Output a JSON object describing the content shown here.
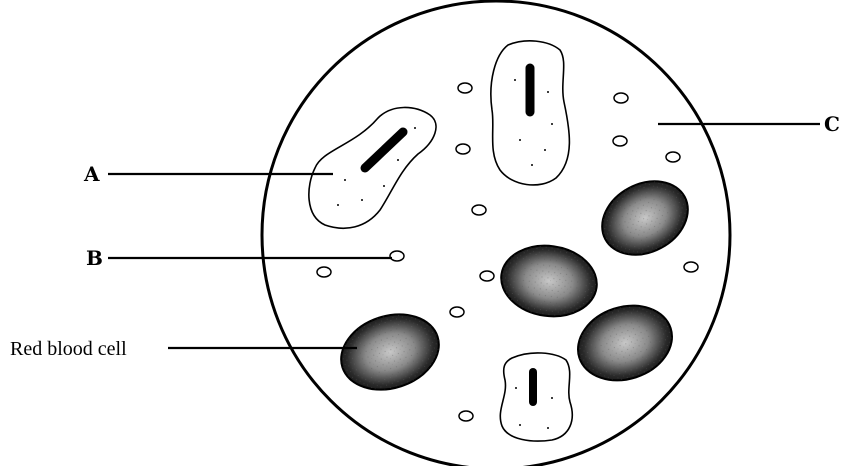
{
  "labels": {
    "a": "A",
    "b": "B",
    "c": "C",
    "rbc": "Red blood cell"
  },
  "colors": {
    "ink": "#000000",
    "rbc_dark": "#1e1e1e",
    "rbc_center": "#bcbcbc",
    "background": "#ffffff"
  }
}
